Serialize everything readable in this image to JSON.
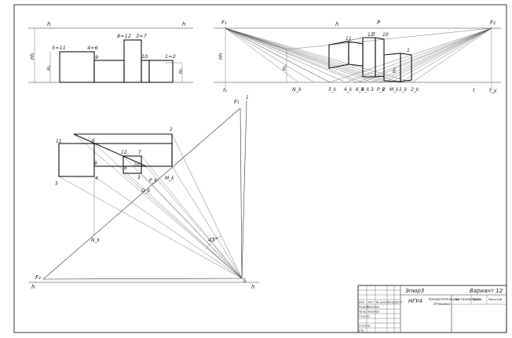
{
  "labels": {
    "top_left": {
      "h": "h",
      "h_right": "h",
      "p511": "5=11",
      "p46": "4=6",
      "p812": "8=12",
      "p37": "3=7",
      "p9": "9",
      "p10": "10",
      "p12": "1=2",
      "Hh": "Hh",
      "H1": "H₁",
      "H2": "H₂"
    },
    "top_right": {
      "F1": "F₁",
      "F2": "F₂",
      "h": "h",
      "P": "P",
      "Hh": "Hh",
      "H1": "H₁",
      "H2": "H₂",
      "t": "t",
      "t1": "t₁",
      "ty": "t_y",
      "Nk": "N_k",
      "base_labels": [
        "5_k",
        "4_k",
        "6_k",
        "8_k",
        "3",
        "P_k",
        "2",
        "M_k",
        "1_k",
        "2_k"
      ],
      "pts": [
        "11",
        "7",
        "10",
        "12",
        "1"
      ]
    },
    "plan": {
      "F1": "F₁",
      "F2": "F₂",
      "S": "S",
      "h": "h",
      "h_right": "h",
      "angle": "45°",
      "p1": "1",
      "p2": "2",
      "p3": "3",
      "p4": "4",
      "p5": "5",
      "p6": "6",
      "p7": "7",
      "p8": "8",
      "p9": "9",
      "p10": "10",
      "p11": "11",
      "p12": "12",
      "Nk": "N_k",
      "Mk": "M_k",
      "Pk": "P_k",
      "Ok": "O_k"
    }
  },
  "title_block": {
    "line1_left": "Эпюр3",
    "line1_right": "Вариант 12",
    "org": "НГУ4",
    "subject": "Начертательная геометрия",
    "subject2": "Отмывка",
    "row_labels": [
      "Изм",
      "Лист",
      "№ докум.",
      "Подп.",
      "Дата"
    ],
    "roles": [
      "Разраб.",
      "Пров.",
      "Т.контр.",
      "Н.контр.",
      "Утв."
    ],
    "names": [
      "Иванова",
      "Ковалёв"
    ],
    "col_heads": [
      "Лит.",
      "Масса",
      "Масштаб"
    ]
  }
}
